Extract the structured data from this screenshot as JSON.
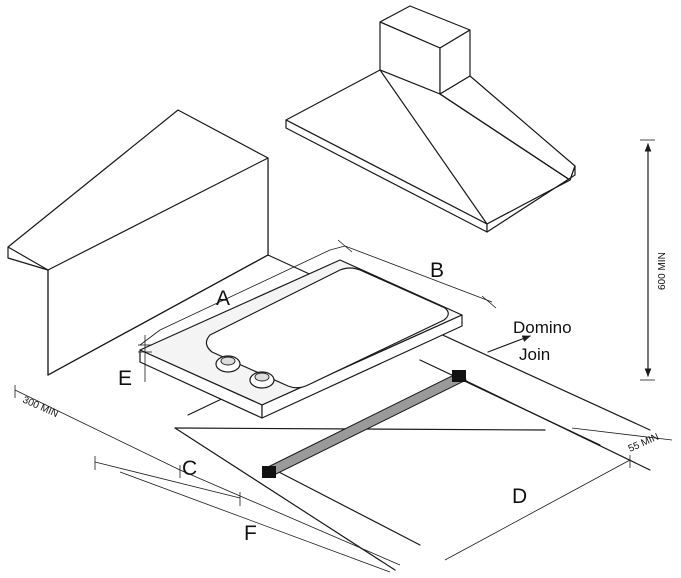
{
  "labels": {
    "a": "A",
    "b": "B",
    "c": "C",
    "d": "D",
    "e": "E",
    "f": "F"
  },
  "annotations": {
    "domino_line1": "Domino",
    "domino_line2": "Join",
    "min_300": "300 MIN",
    "min_600": "600 MIN",
    "min_55": "55 MIN"
  },
  "colors": {
    "line": "#1a1a1a",
    "join_strip": "#9a9a9a",
    "join_cap": "#111111"
  }
}
